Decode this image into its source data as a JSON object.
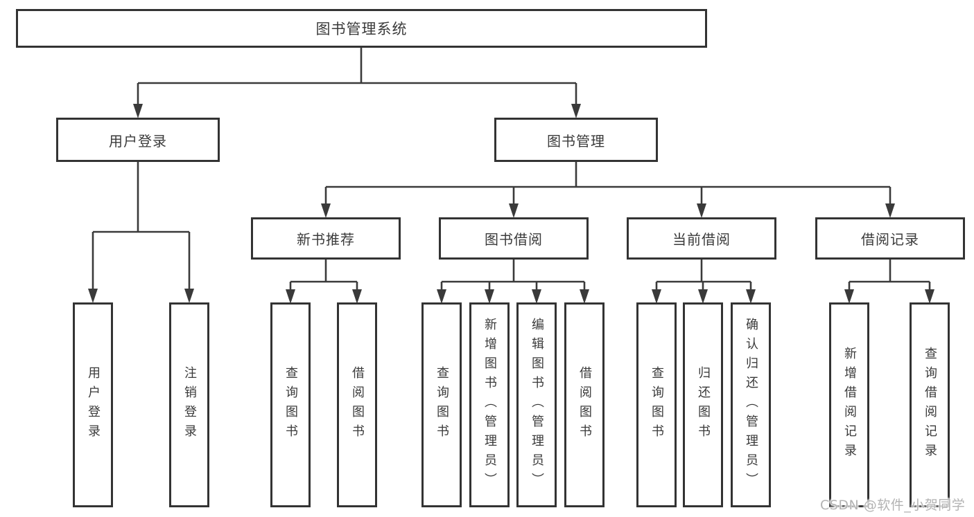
{
  "root": {
    "label": "图书管理系统"
  },
  "branches": [
    {
      "id": "user-login",
      "label": "用户登录"
    },
    {
      "id": "book-management",
      "label": "图书管理"
    }
  ],
  "sections": [
    {
      "id": "new-book-recommend",
      "label": "新书推荐"
    },
    {
      "id": "book-borrow",
      "label": "图书借阅"
    },
    {
      "id": "current-borrow",
      "label": "当前借阅"
    },
    {
      "id": "borrow-records",
      "label": "借阅记录"
    }
  ],
  "leafGroups": [
    {
      "parent": "用户登录",
      "items": [
        {
          "label": "用户登录"
        },
        {
          "label": "注销登录"
        }
      ]
    },
    {
      "parent": "新书推荐",
      "items": [
        {
          "label": "查询图书"
        },
        {
          "label": "借阅图书"
        }
      ]
    },
    {
      "parent": "图书借阅",
      "items": [
        {
          "label": "查询图书"
        },
        {
          "label": "新增图书（管理员）"
        },
        {
          "label": "编辑图书（管理员）"
        },
        {
          "label": "借阅图书"
        }
      ]
    },
    {
      "parent": "当前借阅",
      "items": [
        {
          "label": "查询图书"
        },
        {
          "label": "归还图书"
        },
        {
          "label": "确认归还（管理员）"
        }
      ]
    },
    {
      "parent": "借阅记录",
      "items": [
        {
          "label": "新增借阅记录"
        },
        {
          "label": "查询借阅记录"
        }
      ]
    }
  ],
  "watermark": "CSDN @软件_小贺同学",
  "colors": {
    "line": "#3a3a3a",
    "box_border": "#333333",
    "text": "#3a3a3a",
    "watermark": "#b3b3b3",
    "background": "#ffffff"
  }
}
